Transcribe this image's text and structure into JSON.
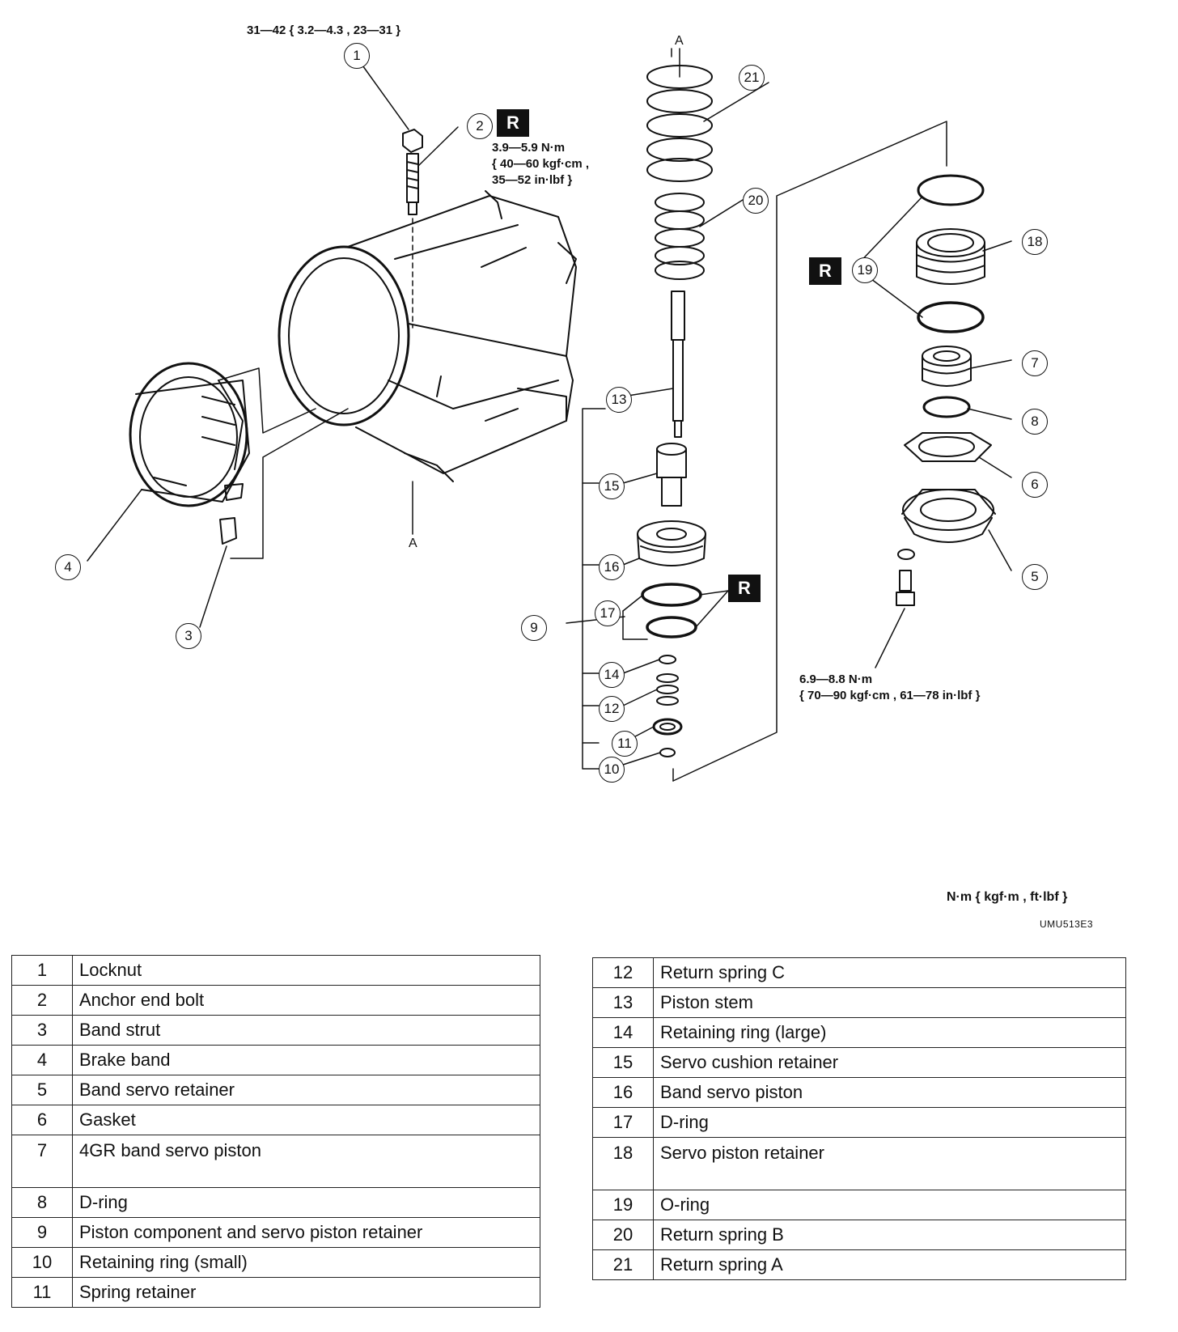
{
  "torque_specs": {
    "locknut": "31—42 { 3.2—4.3 , 23—31 }",
    "anchor_bolt": [
      "3.9—5.9 N·m",
      "{ 40—60 kgf·cm ,",
      "35—52 in·lbf }"
    ],
    "retainer_bolt": [
      "6.9—8.8 N·m",
      "{ 70—90 kgf·cm , 61—78 in·lbf }"
    ]
  },
  "replace_badge": "R",
  "callouts": [
    "1",
    "2",
    "3",
    "4",
    "5",
    "6",
    "7",
    "8",
    "9",
    "10",
    "11",
    "12",
    "13",
    "14",
    "15",
    "16",
    "17",
    "18",
    "19",
    "20",
    "21"
  ],
  "section_letter": "A",
  "units": "N·m { kgf·m , ft·lbf }",
  "doc_id": "UMU513E3",
  "parts_left": [
    {
      "no": "1",
      "name": "Locknut"
    },
    {
      "no": "2",
      "name": "Anchor end bolt"
    },
    {
      "no": "3",
      "name": "Band strut"
    },
    {
      "no": "4",
      "name": "Brake band"
    },
    {
      "no": "5",
      "name": "Band servo retainer"
    },
    {
      "no": "6",
      "name": "Gasket"
    },
    {
      "no": "7",
      "name": "4GR band servo piston"
    },
    {
      "no": "8",
      "name": "D-ring"
    },
    {
      "no": "9",
      "name": "Piston component and servo piston retainer"
    },
    {
      "no": "10",
      "name": "Retaining ring (small)"
    },
    {
      "no": "11",
      "name": "Spring retainer"
    }
  ],
  "parts_right": [
    {
      "no": "12",
      "name": "Return spring C"
    },
    {
      "no": "13",
      "name": "Piston stem"
    },
    {
      "no": "14",
      "name": "Retaining ring (large)"
    },
    {
      "no": "15",
      "name": "Servo cushion retainer"
    },
    {
      "no": "16",
      "name": "Band servo piston"
    },
    {
      "no": "17",
      "name": "D-ring"
    },
    {
      "no": "18",
      "name": "Servo piston retainer"
    },
    {
      "no": "19",
      "name": "O-ring"
    },
    {
      "no": "20",
      "name": "Return spring B"
    },
    {
      "no": "21",
      "name": "Return spring A"
    }
  ]
}
